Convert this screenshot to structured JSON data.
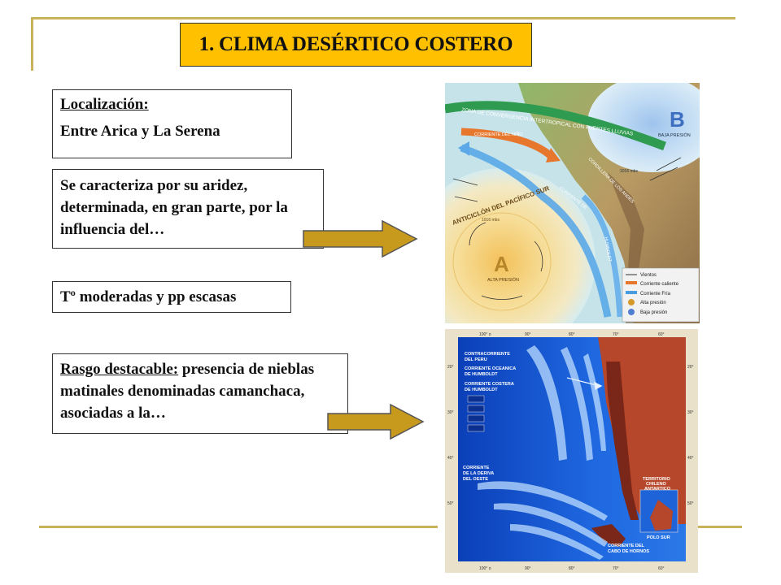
{
  "slide": {
    "title": "1. CLIMA DESÉRTICO COSTERO",
    "box_localizacion": {
      "label": "Localización:",
      "value": "Entre Arica y La Serena"
    },
    "box_aridez": {
      "text": "Se caracteriza por su aridez, determinada, en gran parte, por la influencia del…"
    },
    "box_temperatura": {
      "text": "Tº moderadas y pp escasas"
    },
    "box_rasgo": {
      "label": "Rasgo destacable:",
      "text": " presencia de nieblas matinales denominadas camanchaca, asociadas a la…"
    },
    "map_top": {
      "labels": {
        "zona": "ZONA DE CONVERGENCIA INTERTROPICAL CON FUERTES LLUVIAS",
        "b_letter": "B",
        "baja": "BAJA PRESIÓN",
        "mbs1016": "1016 mbs",
        "corriente_nino": "CORRIENTE DEL NIÑO",
        "cordillera": "CORDILLERA DE LOS ANDES",
        "corriente_de": "CORRIENTE DE",
        "anticiclon": "ANTICICLÓN DEL PACÍFICO SUR",
        "mbs1016b": "1016 mbs",
        "a_letter": "A",
        "alta": "ALTA PRESIÓN",
        "humboldt": "HUMBOLDT"
      },
      "legend": [
        {
          "label": "Vientos",
          "color": "#333333"
        },
        {
          "label": "Corriente caliente",
          "color": "#e8772e"
        },
        {
          "label": "Corriente Fría",
          "color": "#4b9be0"
        },
        {
          "label": "Alta presión",
          "color": "#d49a2a"
        },
        {
          "label": "Baja presión",
          "color": "#4f7fd0"
        }
      ]
    },
    "map_bottom": {
      "labels": {
        "contra1": "CONTRACORRIENTE",
        "contra2": "DEL PERU",
        "oceanica1": "CORRIENTE OCEANICA",
        "oceanica2": "DE HUMBOLDT",
        "costera1": "CORRIENTE COSTERA",
        "costera2": "DE HUMBOLDT",
        "deriva1": "CORRIENTE",
        "deriva2": "DE LA DERIVA",
        "deriva3": "DEL OESTE",
        "antartico1": "TERRITORIO",
        "antartico2": "CHILENO",
        "antartico3": "ANTARTICO",
        "polo": "POLO SUR",
        "hornos1": "CORRIENTE DEL",
        "hornos2": "CABO DE HORNOS"
      },
      "lon_ticks": [
        "100° o",
        "90°",
        "80°",
        "70°",
        "60°"
      ],
      "lat_ticks": [
        "20°",
        "30°",
        "40°",
        "50°"
      ]
    }
  }
}
